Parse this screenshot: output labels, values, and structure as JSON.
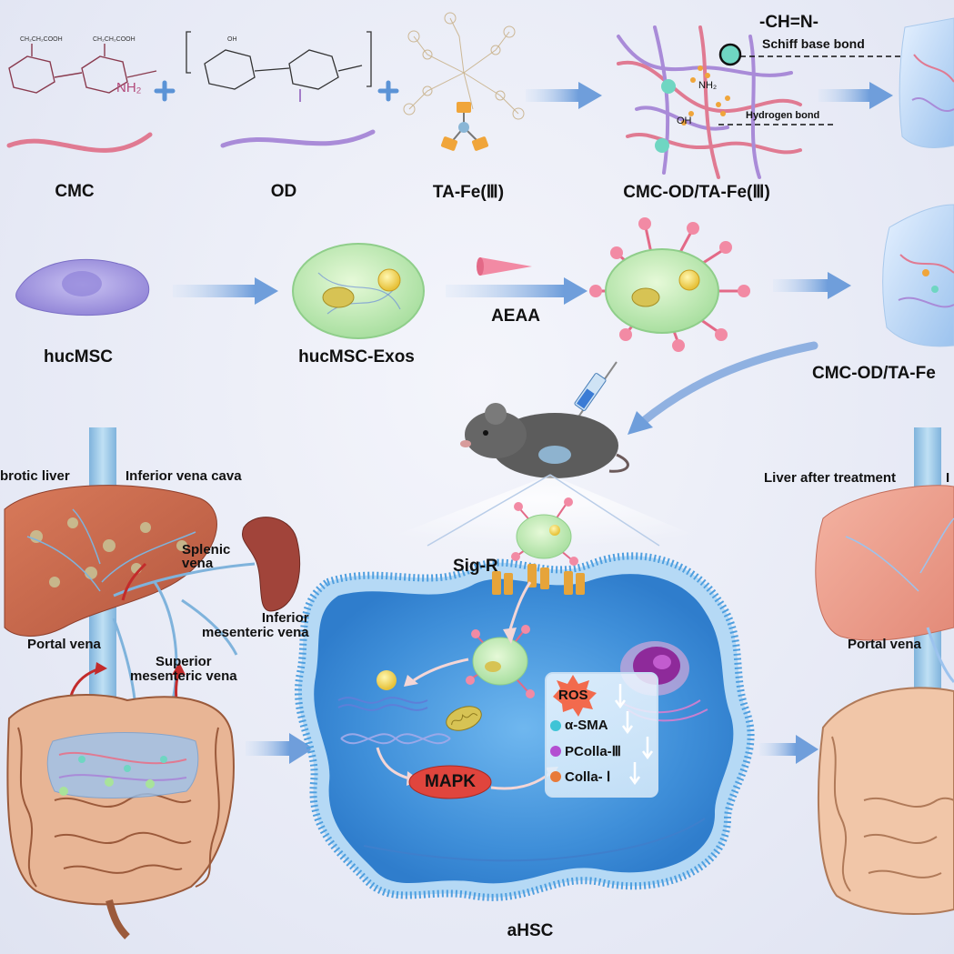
{
  "top_row": {
    "cmc": "CMC",
    "od": "OD",
    "ta_fe": "TA-Fe(Ⅲ)",
    "gel": "CMC-OD/TA-Fe(Ⅲ)",
    "schiff_formula": "-CH=N-",
    "schiff_label": "Schiff base bond",
    "hbond_label": "Hydrogen bond",
    "nh2_small": "NH₂",
    "oh_small": "OH",
    "cmc_nh2": "NH₂",
    "cmc_chem_1": "CH₂CH₂COOH",
    "cmc_chem_2": "CH₂CH₂COOH",
    "od_chem": "OH"
  },
  "middle_row": {
    "hucmsc": "hucMSC",
    "exos": "hucMSC-Exos",
    "aeaa": "AEAA",
    "gel_cut": "CMC-OD/TA-Fe"
  },
  "anatomy": {
    "fibrotic_liver": "brotic liver",
    "ivc": "Inferior vena cava",
    "splenic": "Splenic\nvena",
    "inf_mes": "Inferior\nmesenteric vena",
    "portal_left": "Portal vena",
    "sup_mes": "Superior\nmesenteric vena",
    "liver_after": "Liver after treatment",
    "right_cut": "I",
    "portal_right": "Portal vena"
  },
  "cell": {
    "sig_r": "Sig-R",
    "mapk": "MAPK",
    "ahsc": "aHSC",
    "markers": [
      "ROS",
      "α-SMA",
      "PColla-Ⅲ",
      "Colla- Ⅰ"
    ]
  },
  "colors": {
    "arrow_blue": "#7fa6dd",
    "cmc_pink": "#e07a92",
    "od_purple": "#a98bd8",
    "mapk_red": "#e0453d",
    "ros_orange": "#f26a4d",
    "alpha_cyan": "#3fc4d6",
    "pcolla_purple": "#b34fd1",
    "colla_orange": "#e87a3a"
  }
}
